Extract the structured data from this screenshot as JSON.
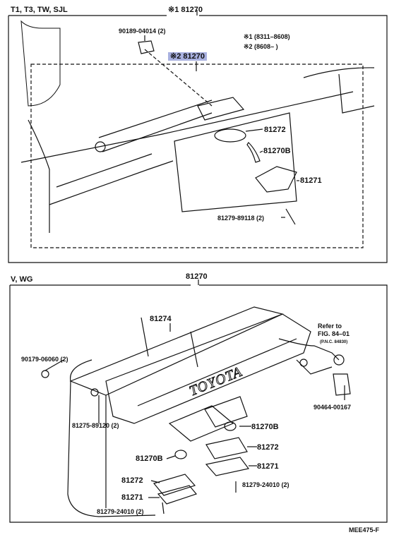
{
  "top_section": {
    "models": "T1, T3, TW, SJL",
    "main_ref": "※1 81270",
    "clip_part": "90189-04014 (2)",
    "hl_part": "※2 81270",
    "note1": "※1 (8311–8608)",
    "note2": "※2 (8608–      )",
    "p81272": "81272",
    "p81270B": "81270B",
    "p81271": "81271",
    "screw": "81279-89118 (2)"
  },
  "bottom_section": {
    "models": "V, WG",
    "main_ref": "81270",
    "p81274": "81274",
    "refer_to": "Refer to",
    "refer_fig": "FIG. 84–01",
    "refer_pnc": "(P.N.C. 84830)",
    "plug": "90179-06060 (2)",
    "clip": "81275-89120 (2)",
    "p81270B_left": "81270B",
    "p81272_left": "81272",
    "p81271_left": "81271",
    "screw_left": "81279-24010 (2)",
    "p81270B_right": "81270B",
    "p81272_right": "81272",
    "p81271_right": "81271",
    "screw_right": "81279-24010 (2)",
    "socket": "90464-00167",
    "emblem": "TOYOTA"
  },
  "footer": {
    "code": "MEE475-F"
  }
}
